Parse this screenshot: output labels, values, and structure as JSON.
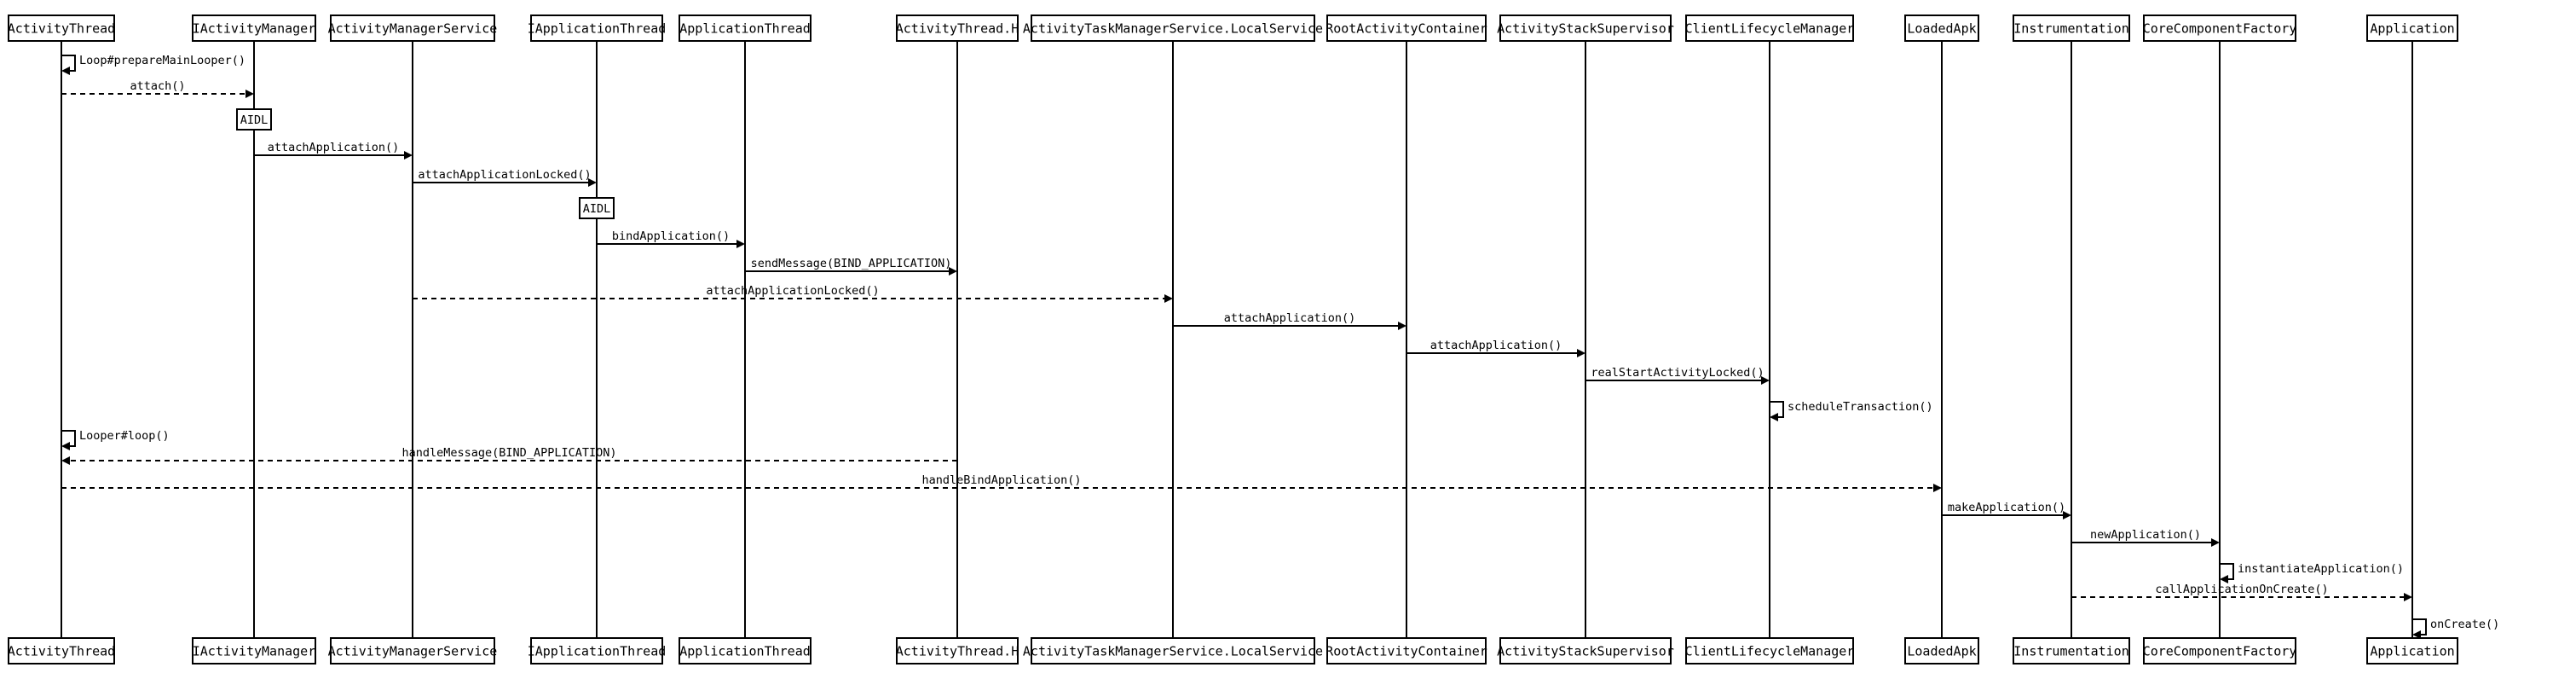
{
  "participants": [
    {
      "id": "at",
      "name": "ActivityThread"
    },
    {
      "id": "iam",
      "name": "IActivityManager"
    },
    {
      "id": "ams",
      "name": "ActivityManagerService"
    },
    {
      "id": "iat",
      "name": "IApplicationThread"
    },
    {
      "id": "apt",
      "name": "ApplicationThread"
    },
    {
      "id": "ath",
      "name": "ActivityThread.H"
    },
    {
      "id": "atms",
      "name": "ActivityTaskManagerService.LocalService"
    },
    {
      "id": "rac",
      "name": "RootActivityContainer"
    },
    {
      "id": "ass",
      "name": "ActivityStackSupervisor"
    },
    {
      "id": "clm",
      "name": "ClientLifecycleManager"
    },
    {
      "id": "la",
      "name": "LoadedApk"
    },
    {
      "id": "ins",
      "name": "Instrumentation"
    },
    {
      "id": "ccf",
      "name": "CoreComponentFactory"
    },
    {
      "id": "app",
      "name": "Application"
    }
  ],
  "events": [
    {
      "kind": "self",
      "at": "at",
      "label": "Loop#prepareMainLooper()"
    },
    {
      "kind": "msg",
      "from": "at",
      "to": "iam",
      "label": "attach()",
      "dashed": true
    },
    {
      "kind": "note",
      "at": "iam",
      "label": "AIDL"
    },
    {
      "kind": "msg",
      "from": "iam",
      "to": "ams",
      "label": "attachApplication()",
      "dashed": false
    },
    {
      "kind": "msg",
      "from": "ams",
      "to": "iat",
      "label": "attachApplicationLocked()",
      "dashed": false
    },
    {
      "kind": "note",
      "at": "iat",
      "label": "AIDL"
    },
    {
      "kind": "msg",
      "from": "iat",
      "to": "apt",
      "label": "bindApplication()",
      "dashed": false
    },
    {
      "kind": "msg",
      "from": "apt",
      "to": "ath",
      "label": "sendMessage(BIND_APPLICATION)",
      "dashed": false
    },
    {
      "kind": "msg",
      "from": "ams",
      "to": "atms",
      "label": "attachApplicationLocked()",
      "dashed": true
    },
    {
      "kind": "msg",
      "from": "atms",
      "to": "rac",
      "label": "attachApplication()",
      "dashed": false
    },
    {
      "kind": "msg",
      "from": "rac",
      "to": "ass",
      "label": "attachApplication()",
      "dashed": false
    },
    {
      "kind": "msg",
      "from": "ass",
      "to": "clm",
      "label": "realStartActivityLocked()",
      "dashed": false
    },
    {
      "kind": "self",
      "at": "clm",
      "label": "scheduleTransaction()"
    },
    {
      "kind": "self",
      "at": "at",
      "label": "Looper#loop()"
    },
    {
      "kind": "msg",
      "from": "ath",
      "to": "at",
      "label": "handleMessage(BIND_APPLICATION)",
      "dashed": true
    },
    {
      "kind": "msg",
      "from": "at",
      "to": "la",
      "label": "handleBindApplication()",
      "dashed": true
    },
    {
      "kind": "msg",
      "from": "la",
      "to": "ins",
      "label": "makeApplication()",
      "dashed": false
    },
    {
      "kind": "msg",
      "from": "ins",
      "to": "ccf",
      "label": "newApplication()",
      "dashed": false
    },
    {
      "kind": "self",
      "at": "ccf",
      "label": "instantiateApplication()"
    },
    {
      "kind": "msg",
      "from": "ins",
      "to": "app",
      "label": "callApplicationOnCreate()",
      "dashed": true
    },
    {
      "kind": "self",
      "at": "app",
      "label": "onCreate()"
    }
  ]
}
